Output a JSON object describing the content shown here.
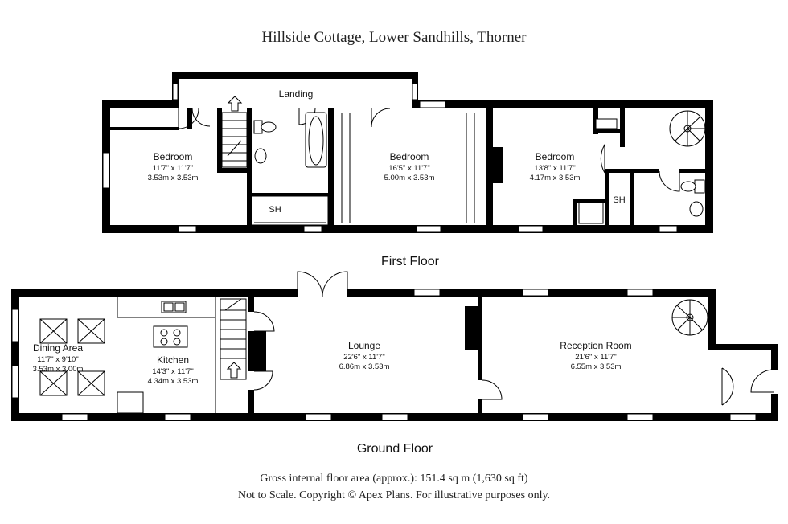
{
  "title": "Hillside Cottage, Lower Sandhills, Thorner",
  "floors": {
    "first": {
      "label": "First Floor",
      "landing": "Landing",
      "shower_label_1": "SH",
      "shower_label_2": "SH",
      "rooms": [
        {
          "name": "Bedroom",
          "imperial": "11'7\" x 11'7\"",
          "metric": "3.53m x 3.53m"
        },
        {
          "name": "Bedroom",
          "imperial": "16'5\" x 11'7\"",
          "metric": "5.00m x 3.53m"
        },
        {
          "name": "Bedroom",
          "imperial": "13'8\" x 11'7\"",
          "metric": "4.17m x 3.53m"
        }
      ]
    },
    "ground": {
      "label": "Ground Floor",
      "rooms": [
        {
          "name": "Dining Area",
          "imperial": "11'7\" x 9'10\"",
          "metric": "3.53m x 3.00m"
        },
        {
          "name": "Kitchen",
          "imperial": "14'3\" x 11'7\"",
          "metric": "4.34m x 3.53m"
        },
        {
          "name": "Lounge",
          "imperial": "22'6\" x 11'7\"",
          "metric": "6.86m x 3.53m"
        },
        {
          "name": "Reception Room",
          "imperial": "21'6\" x 11'7\"",
          "metric": "6.55m x 3.53m"
        }
      ]
    }
  },
  "footer": {
    "area": "Gross internal floor area (approx.): 151.4 sq m (1,630 sq ft)",
    "disclaimer": "Not to Scale. Copyright © Apex Plans. For illustrative purposes only."
  }
}
